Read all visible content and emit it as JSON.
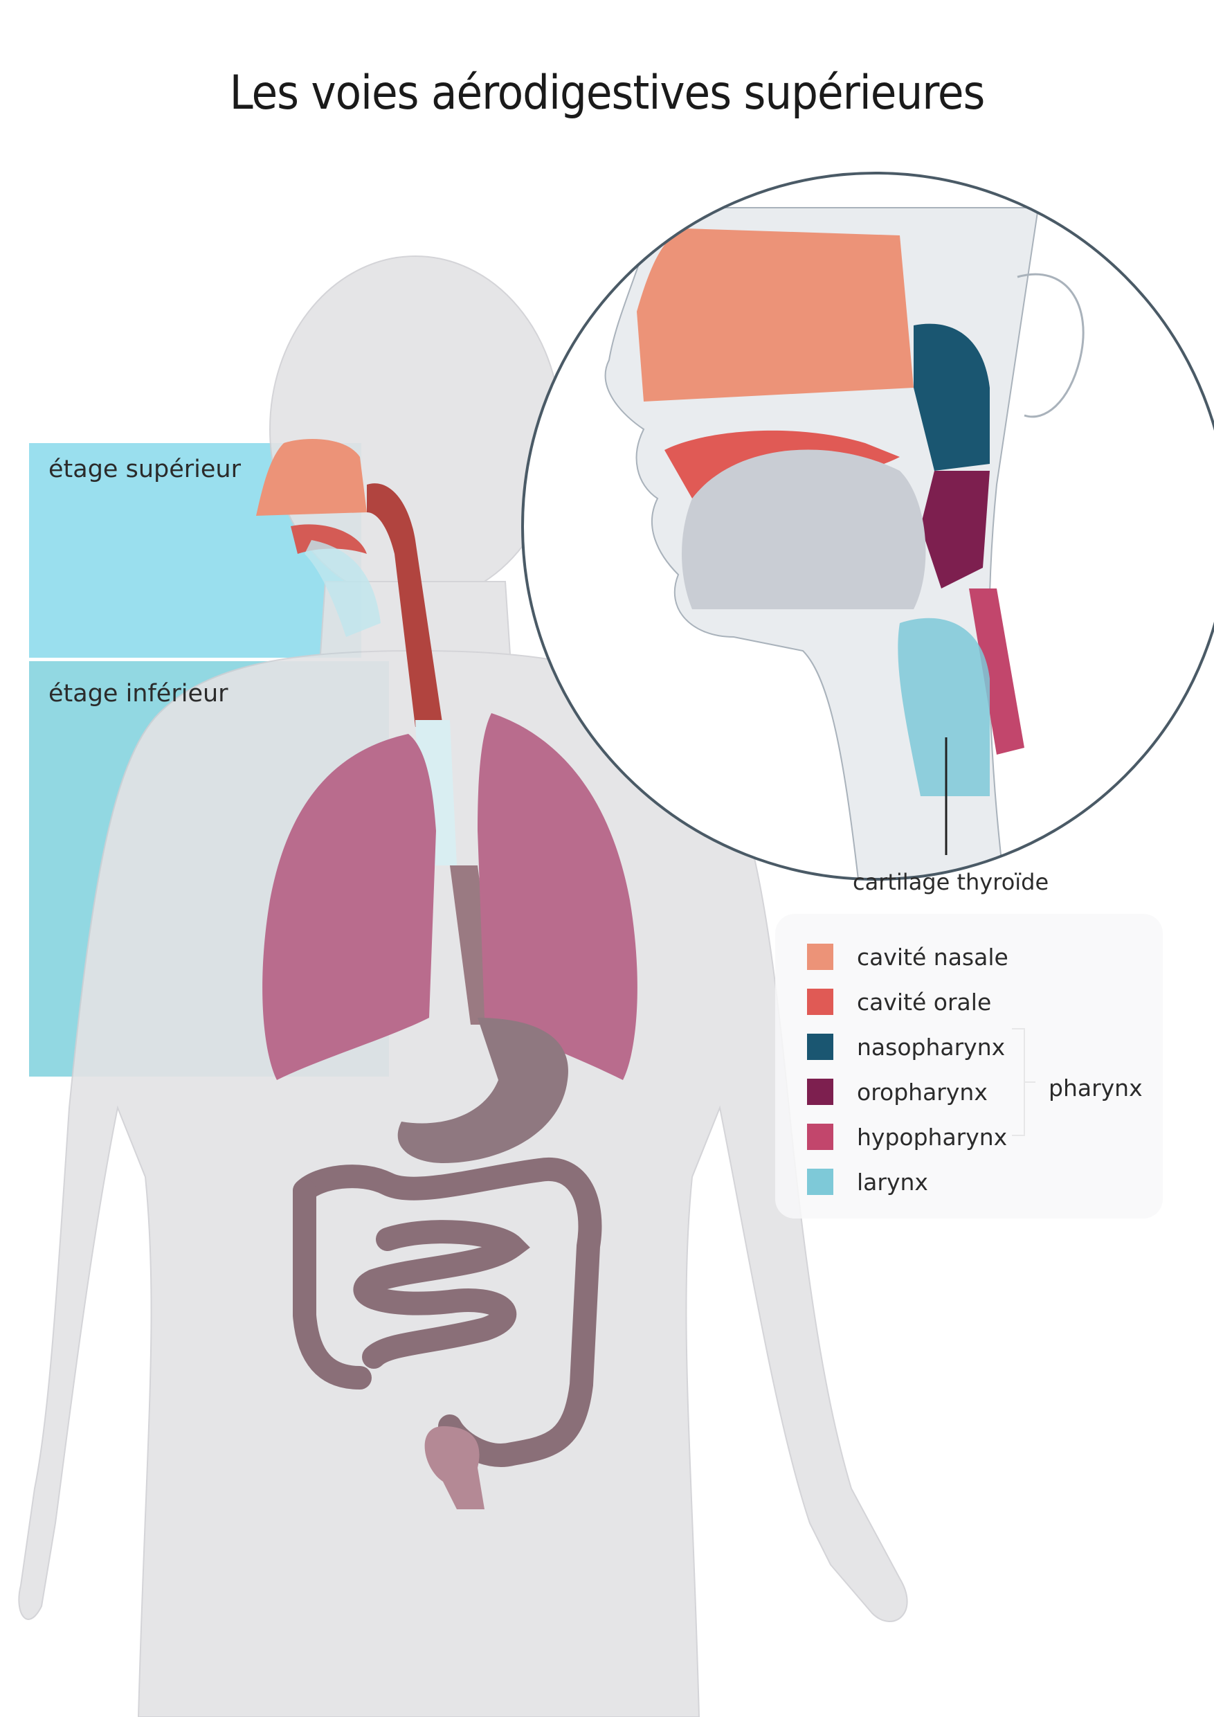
{
  "title": "Les voies aérodigestives supérieures",
  "levels": {
    "upper": "étage supérieur",
    "lower": "étage inférieur"
  },
  "callout": "cartilage thyroïde",
  "legend": [
    {
      "label": "cavité nasale",
      "color": "#ec9378"
    },
    {
      "label": "cavité orale",
      "color": "#e05a55"
    },
    {
      "label": "nasopharynx",
      "color": "#1a5671"
    },
    {
      "label": "oropharynx",
      "color": "#7d1f4f"
    },
    {
      "label": "hypopharynx",
      "color": "#c2466c"
    },
    {
      "label": "larynx",
      "color": "#7ec9d8"
    }
  ],
  "group_label": "pharynx",
  "colors": {
    "level_band_upper": "#8fdbec",
    "level_band_lower": "#86d4df",
    "body": "#e3e3e5",
    "lungs": "#b96c8d",
    "digestive": "#8a6f78",
    "trachea": "#b1443f",
    "circle_outline": "#4a5a66"
  }
}
